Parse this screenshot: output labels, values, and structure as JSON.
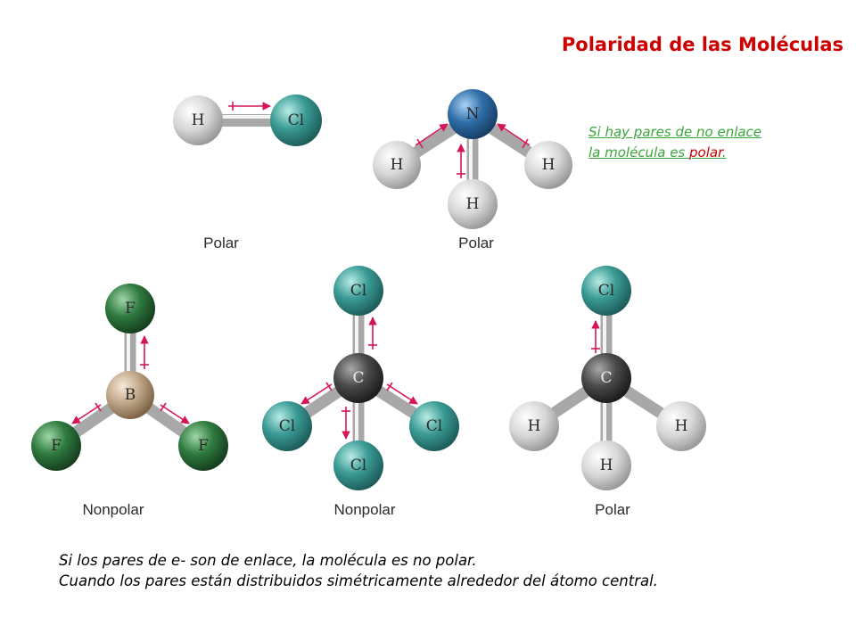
{
  "title": "Polaridad de las Moléculas",
  "note": {
    "line1": "Si hay pares de no enlace",
    "line2_prefix": "la molécula es ",
    "line2_highlight": "polar",
    "line2_suffix": "."
  },
  "caption": {
    "line1": "Si los pares de e- son de enlace, la molécula es no polar.",
    "line2": "Cuando los pares están distribuidos simétricamente alrededor del átomo central."
  },
  "colors": {
    "title": "#cc0000",
    "note_text": "#3aa63a",
    "note_highlight": "#cc0000",
    "dipole_arrow": "#d6145a",
    "hydrogen": "#d6d6d6",
    "chlorine": "#3a9a94",
    "nitrogen": "#2f6ea8",
    "fluorine": "#2e7a3e",
    "boron": "#c2a88a",
    "carbon": "#4a4a4a"
  },
  "molecules": [
    {
      "name": "HCl",
      "label": "Polar",
      "atoms": [
        "H",
        "Cl"
      ]
    },
    {
      "name": "NH3",
      "label": "Polar",
      "atoms": [
        "N",
        "H",
        "H",
        "H"
      ]
    },
    {
      "name": "BF3",
      "label": "Nonpolar",
      "atoms": [
        "B",
        "F",
        "F",
        "F"
      ]
    },
    {
      "name": "CCl4",
      "label": "Nonpolar",
      "atoms": [
        "C",
        "Cl",
        "Cl",
        "Cl",
        "Cl"
      ]
    },
    {
      "name": "CH3Cl",
      "label": "Polar",
      "atoms": [
        "C",
        "Cl",
        "H",
        "H",
        "H"
      ]
    }
  ]
}
